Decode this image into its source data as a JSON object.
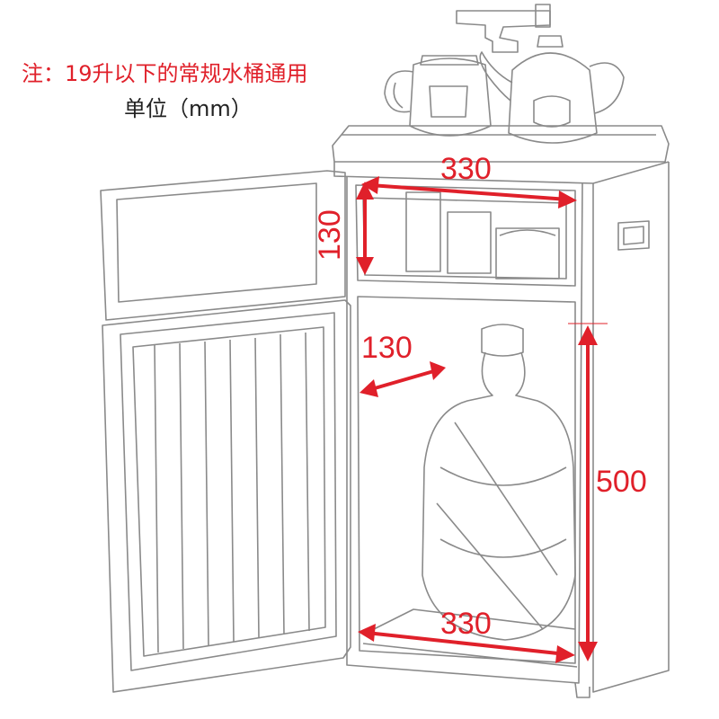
{
  "note": "注：19升以下的常规水桶通用",
  "unit": "单位（mm）",
  "dimensions": {
    "top_width": "330",
    "top_height": "130",
    "bottom_depth": "130",
    "bottom_height": "500",
    "bottom_width": "330"
  },
  "colors": {
    "annotation": "#e0202a",
    "line_art": "#777777"
  }
}
